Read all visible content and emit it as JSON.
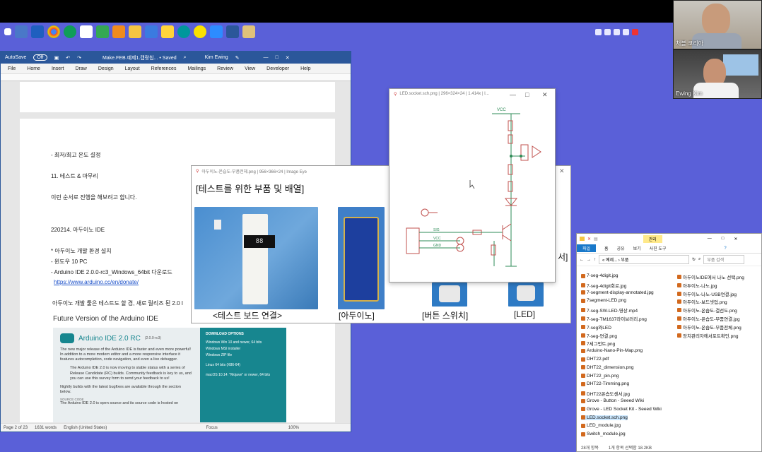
{
  "word": {
    "autosave": "AutoSave",
    "autosave_state": "Off",
    "doc_title": "Make.FEB.예제1.캡랑칩... • Saved",
    "user": "Kim Ewing",
    "tabs": [
      "File",
      "Home",
      "Insert",
      "Draw",
      "Design",
      "Layout",
      "References",
      "Mailings",
      "Review",
      "View",
      "Developer",
      "Help"
    ],
    "lines": [
      "- 최저/최고 온도 설정",
      "11. 테스트 & 마무리",
      "이런 순서로 진행을 해보려고 합니다.",
      "220214. 아두이노 IDE",
      "* 아두이노 개발 환경 설치",
      "- 윈도우 10 PC",
      "- Arduino IDE 2.0.0-rc3_Windows_64bit 다운로드",
      "https://www.arduino.cc/en/donate/",
      "아두이노 개발 툴은 테스트도 할 겸, 새로 릴리즈 된 2.0 I"
    ],
    "arduino": {
      "future": "Future Version of the Arduino IDE",
      "title": "Arduino IDE 2.0 RC",
      "version": "(2.0.0-rc3)",
      "desc": "The new major release of the Arduino IDE is faster and even more powerful! In addition to a more modern editor and a more responsive interface it features autocompletion, code navigation, and even a live debugger.",
      "desc2": "The Arduino IDE 2.0 is now moving to stable status with a series of Release Candidate (RC) builds. Community feedback is key to us, and you can use this survey form to send your feedback to us!",
      "nightly": "Nightly builds with the latest bugfixes are available through the section below.",
      "source_label": "SOURCE CODE",
      "source": "The Arduino IDE 2.0 is open source and its source code is hosted on",
      "download_title": "DOWNLOAD OPTIONS",
      "options": [
        "Windows Win 10 and newer, 64 bits",
        "Windows MSI installer",
        "Windows ZIP file",
        "Linux 64 bits (X86-64)",
        "macOS 10.14: \"Mojave\" or newer, 64 bits"
      ]
    },
    "status": {
      "page": "Page 2 of 23",
      "words": "1631 words",
      "language": "English (United States)",
      "focus": "Focus",
      "zoom": "100%"
    }
  },
  "viewer1": {
    "title": "아두이노-온습도-부품전체.png | 956×366×24 | Image Eye",
    "heading": "[테스트를 위한 부품 및 배열]",
    "captions": [
      "<테스트 보드 연결>",
      "[아두이노]",
      "[버튼 스위치]",
      "[LED]"
    ],
    "side_char": "서]"
  },
  "viewer2": {
    "title": "LED.socket.sch.png | 296×324×24 | 1.414x | I...",
    "vcc": "VCC",
    "sig": "SIG",
    "gnd": "GND"
  },
  "explorer": {
    "ribbon_manage": "관리",
    "ribbon_manage_sub": "사진 도구",
    "tabs": [
      "파일",
      "홈",
      "공유",
      "보기"
    ],
    "path": "« 예제... › 부품",
    "search": "부품 검색",
    "files_left": [
      "7-seg-4digit.jpg",
      "7-seg-4digit회로.jpg",
      "7-segment-display-annotated.jpg",
      "7segment-LED.png",
      "7-seg-SW-LED-영상.mp4",
      "7-seg-TM1637라이브러리.png",
      "7-seg와LED",
      "7-seg-연결.png",
      "7세그먼트.png",
      "Arduino-Nano-Pin-Map.png",
      "DHT22.pdf",
      "DHT22_dimension.png",
      "DHT22_pin.png",
      "DHT22-Timming.png",
      "DHT22온습도센서.jpg",
      "Grove - Button - Seeed Wiki",
      "Grove - LED Socket Kit - Seeed Wiki",
      "LED.socket.sch.png",
      "LED_module.jpg",
      "Switch_module.jpg"
    ],
    "files_right": [
      "아두이노IDE에서 나노 선택.png",
      "아두이노-나노.jpg",
      "아두이노-나노-USB연결.jpg",
      "아두이노-보드셋업.png",
      "아두이노-온습도-결선도.png",
      "아두이노-온습도-부품연결.jpg",
      "아두이노-온습도-부품전체.png",
      "장치관리자에서포트확인.png"
    ],
    "selected_file": "LED.socket.sch.png",
    "status_count": "28개 항목",
    "status_selected": "1개 항목 선택함 18.2KB"
  },
  "video": {
    "top_name": "처블 코리아",
    "bottom_name": "Ewing Kim"
  },
  "colors": {
    "desktop": "#5a60d8",
    "word_blue": "#2b579a",
    "arduino_teal": "#17868f",
    "schematic_red": "#c0504d",
    "schematic_green": "#2e8b57"
  }
}
